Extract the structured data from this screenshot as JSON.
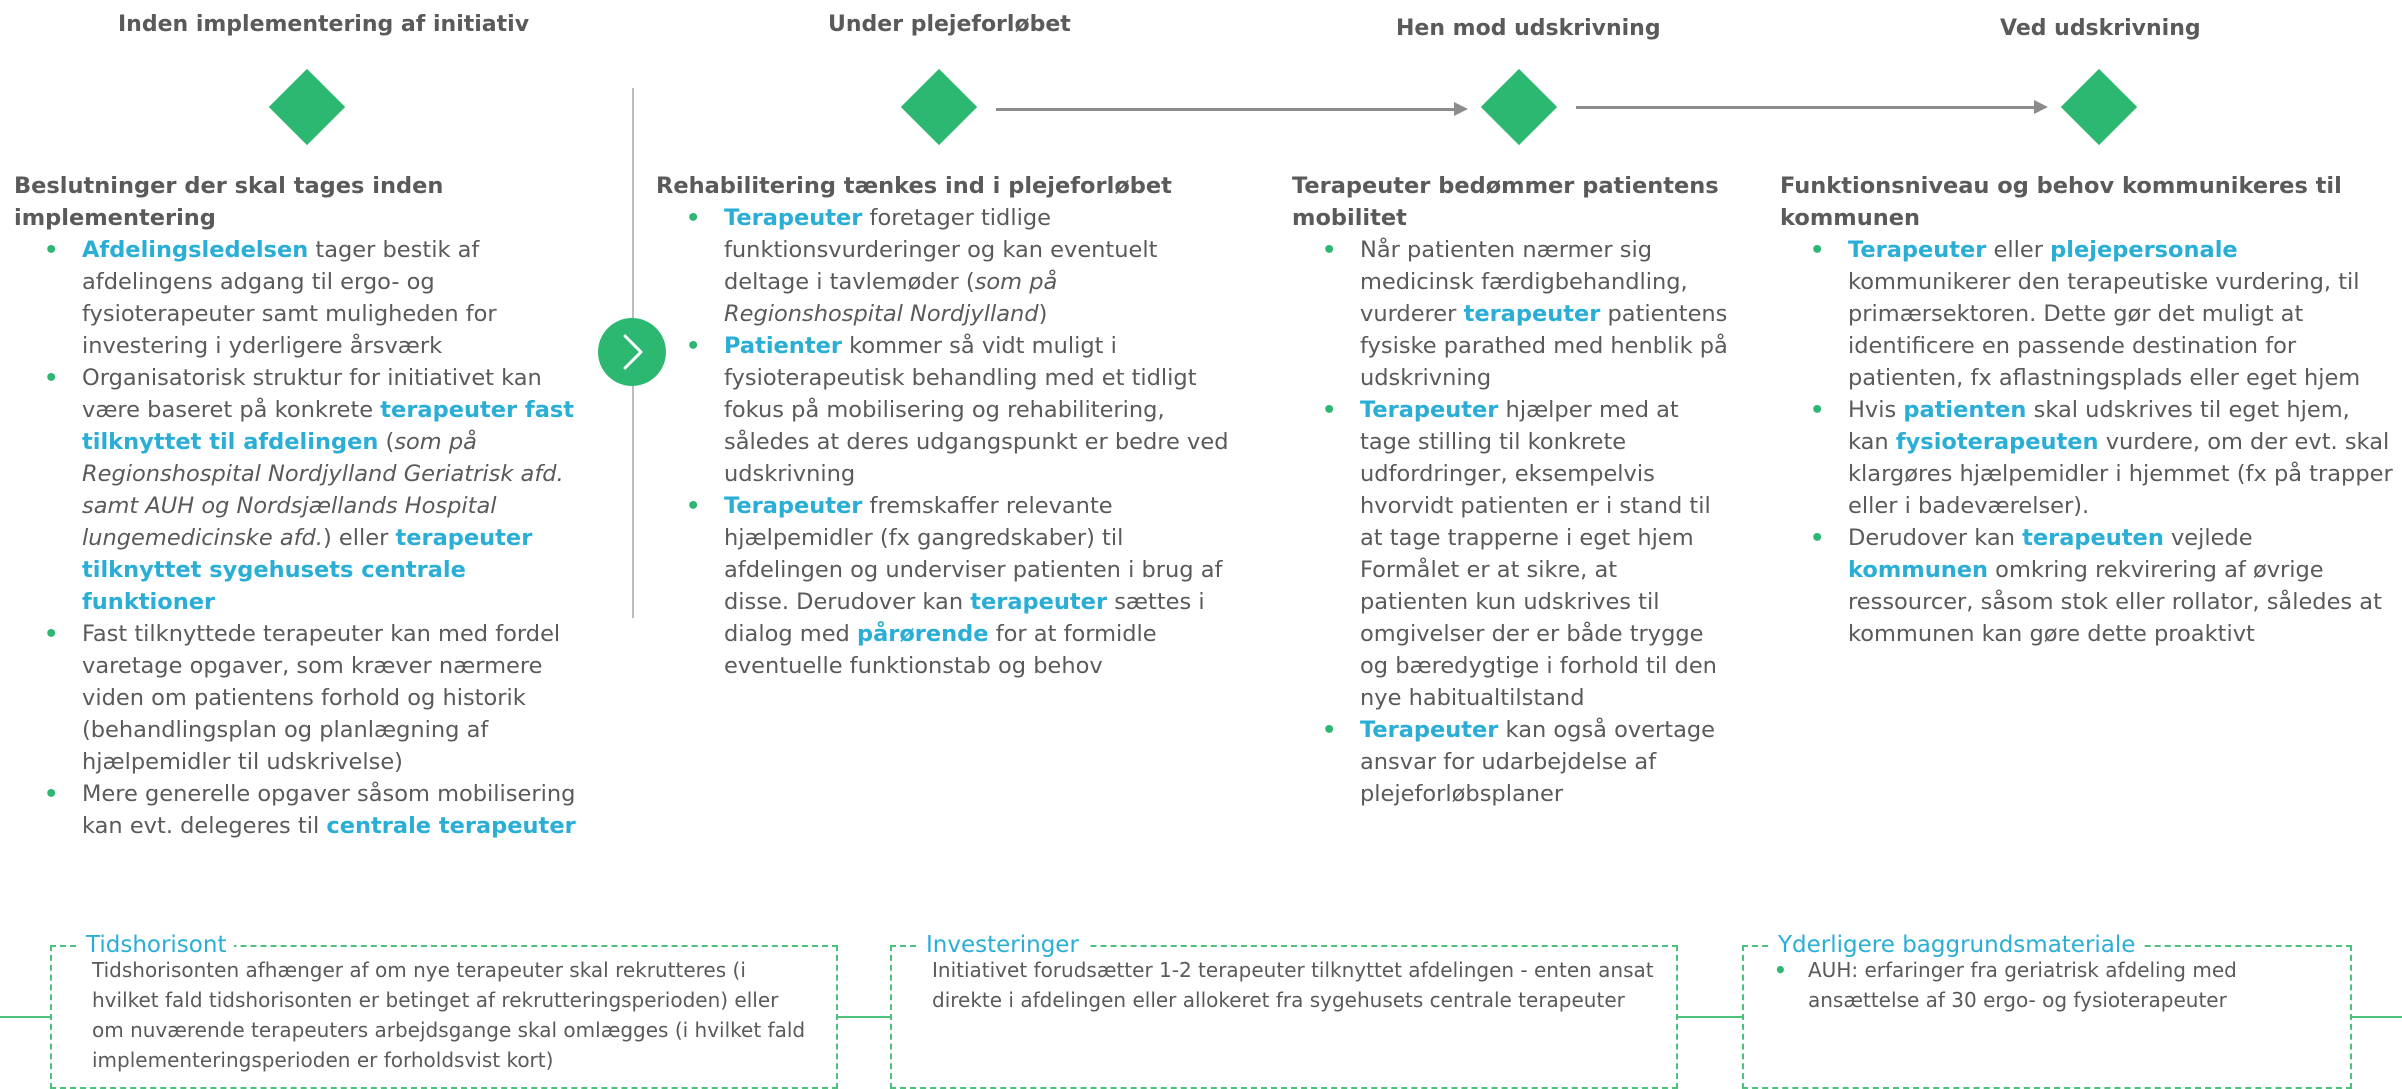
{
  "phases": [
    "Inden implementering af initiativ",
    "Under plejeforløbet",
    "Hen mod udskrivning",
    "Ved udskrivning"
  ],
  "col1": {
    "title": "Beslutninger der skal tages inden implementering",
    "b1_hl": "Afdelingsledelsen",
    "b1_text": " tager bestik af afdelingens adgang til ergo- og fysioterapeuter samt muligheden for investering i yderligere årsværk",
    "b2_text1": "Organisatorisk struktur for initiativet kan være baseret på konkrete ",
    "b2_hl1": "terapeuter fast tilknyttet til afdelingen",
    "b2_text2": " (",
    "b2_it": "som på Regionshospital Nordjylland Geriatrisk afd. samt AUH og Nordsjællands Hospital lungemedicinske afd.",
    "b2_text3": ") eller ",
    "b2_hl2": "terapeuter tilknyttet sygehusets centrale funktioner",
    "b3_text": "Fast tilknyttede terapeuter kan med fordel varetage opgaver, som kræver nærmere viden om patientens forhold og historik (behandlingsplan og planlægning af hjælpemidler til udskrivelse)",
    "b4_text": "Mere generelle opgaver såsom mobilisering kan evt. delegeres til ",
    "b4_hl": "centrale terapeuter"
  },
  "col2": {
    "title": "Rehabilitering tænkes ind i plejeforløbet",
    "b1_hl": "Terapeuter",
    "b1_text": " foretager tidlige funktionsvurderinger og kan eventuelt deltage i tavlemøder (",
    "b1_it": "som på Regionshospital Nordjylland",
    "b1_text2": ")",
    "b2_hl": "Patienter",
    "b2_text": " kommer så vidt muligt i fysioterapeutisk behandling med et tidligt fokus på mobilisering og rehabilitering, således at deres udgangspunkt er bedre ved udskrivning",
    "b3_hl": "Terapeuter",
    "b3_text": " fremskaffer relevante hjælpemidler (fx gangredskaber) til afdelingen og underviser patienten i brug af disse. Derudover kan ",
    "b3_hl2": "terapeuter",
    "b3_text2": " sættes i dialog med ",
    "b3_hl3": "pårørende",
    "b3_text3": " for at formidle eventuelle funktionstab og behov"
  },
  "col3": {
    "title": "Terapeuter bedømmer patientens mobilitet",
    "b1_text": "Når patienten nærmer sig medicinsk færdigbehandling, vurderer ",
    "b1_hl": "terapeuter",
    "b1_text2": " patientens fysiske parathed med henblik på udskrivning",
    "b2_hl": "Terapeuter",
    "b2_text": " hjælper med at tage stilling til konkrete udfordringer, eksempelvis hvorvidt patienten er i stand til at tage trapperne i eget hjem Formålet er at sikre, at patienten kun udskrives til omgivelser der er både trygge og bæredygtige i forhold til den nye habitualtilstand",
    "b3_hl": "Terapeuter",
    "b3_text": " kan også overtage ansvar for udarbejdelse af plejeforløbsplaner"
  },
  "col4": {
    "title": "Funktionsniveau og behov kommunikeres til kommunen",
    "b1_hl": "Terapeuter",
    "b1_text": " eller ",
    "b1_hl2": "plejepersonale",
    "b1_text2": " kommunikerer den terapeutiske vurdering, til primærsektoren. Dette gør det muligt at identificere en passende destination for patienten, fx aflastningsplads eller eget hjem",
    "b2_text": "Hvis ",
    "b2_hl": "patienten",
    "b2_text2": " skal udskrives til eget hjem, kan ",
    "b2_hl2": "fysioterapeuten",
    "b2_text3": " vurdere, om der evt. skal klargøres hjælpemidler i hjemmet (fx på trapper eller i badeværelser).",
    "b3_text": "Derudover kan ",
    "b3_hl": "terapeuten",
    "b3_text2": " vejlede ",
    "b3_hl2": "kommunen",
    "b3_text3": " omkring rekvirering af øvrige ressourcer, såsom stok eller rollator, således at kommunen kan gøre dette proaktivt"
  },
  "boxes": {
    "tid_title": "Tidshorisont",
    "tid_text": "Tidshorisonten afhænger af om nye terapeuter skal rekrutteres (i hvilket fald tidshorisonten er betinget af rekrutteringsperioden) eller om nuværende terapeuters arbejdsgange skal omlægges (i hvilket fald implementeringsperioden er forholdsvist kort)",
    "inv_title": "Investeringer",
    "inv_text": "Initiativet forudsætter 1-2 terapeuter tilknyttet afdelingen - enten ansat direkte i afdelingen eller allokeret fra sygehusets centrale terapeuter",
    "ydr_title": "Yderligere baggrundsmateriale",
    "ydr_item": "AUH: erfaringer fra geriatrisk afdeling med ansættelse af 30 ergo- og fysioterapeuter"
  },
  "icons": [
    "milestone-diamond-icon",
    "chevron-right-icon",
    "arrow-right-icon"
  ],
  "colors": {
    "green": "#2db872",
    "blue": "#2aaed6",
    "text": "#5a5a5a",
    "arrow": "#8c8c8c"
  }
}
